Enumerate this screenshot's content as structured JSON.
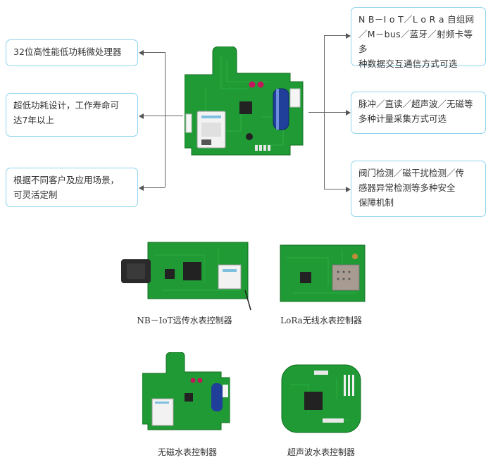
{
  "callouts": {
    "left": [
      {
        "text": "32位高性能低功耗微处理器"
      },
      {
        "text": "超低功耗设计，工作寿命可\n达7年以上"
      },
      {
        "text": "根据不同客户及应用场景，\n可灵活定制"
      }
    ],
    "right": [
      {
        "text": "N B－I o T／L o R a 自组网\n／M－bus／蓝牙／射频卡等多\n种数据交互通信方式可选"
      },
      {
        "text": "脉冲／直读／超声波／无磁等\n多种计量采集方式可选"
      },
      {
        "text": "阀门检测／磁干扰检测／传\n感器异常检测等多种安全\n保障机制"
      }
    ]
  },
  "products": [
    {
      "caption": "NB－IoT远传水表控制器"
    },
    {
      "caption": "LoRa无线水表控制器"
    },
    {
      "caption": "无磁水表控制器"
    },
    {
      "caption": "超声波水表控制器"
    }
  ],
  "colors": {
    "pcb": "#1f9a34",
    "pcb_dark": "#167a28",
    "callout_border": "#8fd3ee",
    "connector": "#666666"
  }
}
